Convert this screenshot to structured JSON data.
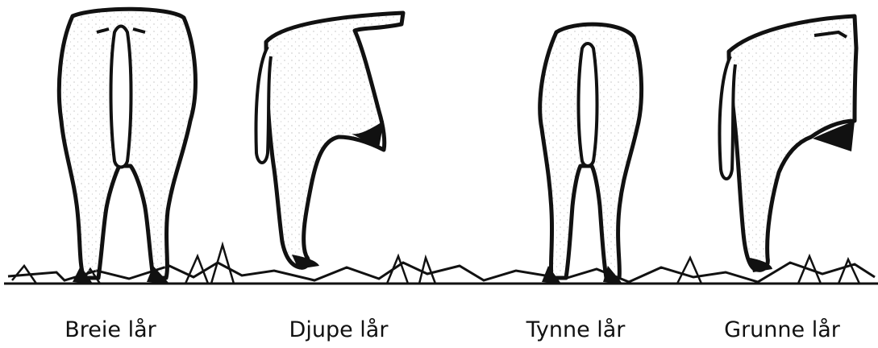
{
  "panels": [
    {
      "id": "breie",
      "label": "Breie lår",
      "view": "rear"
    },
    {
      "id": "djupe",
      "label": "Djupe lår",
      "view": "side"
    },
    {
      "id": "tynne",
      "label": "Tynne lår",
      "view": "rear"
    },
    {
      "id": "grunne",
      "label": "Grunne lår",
      "view": "side"
    }
  ],
  "colors": {
    "ink": "#111111",
    "paper": "#ffffff",
    "speckle": "#bdbdbd"
  }
}
